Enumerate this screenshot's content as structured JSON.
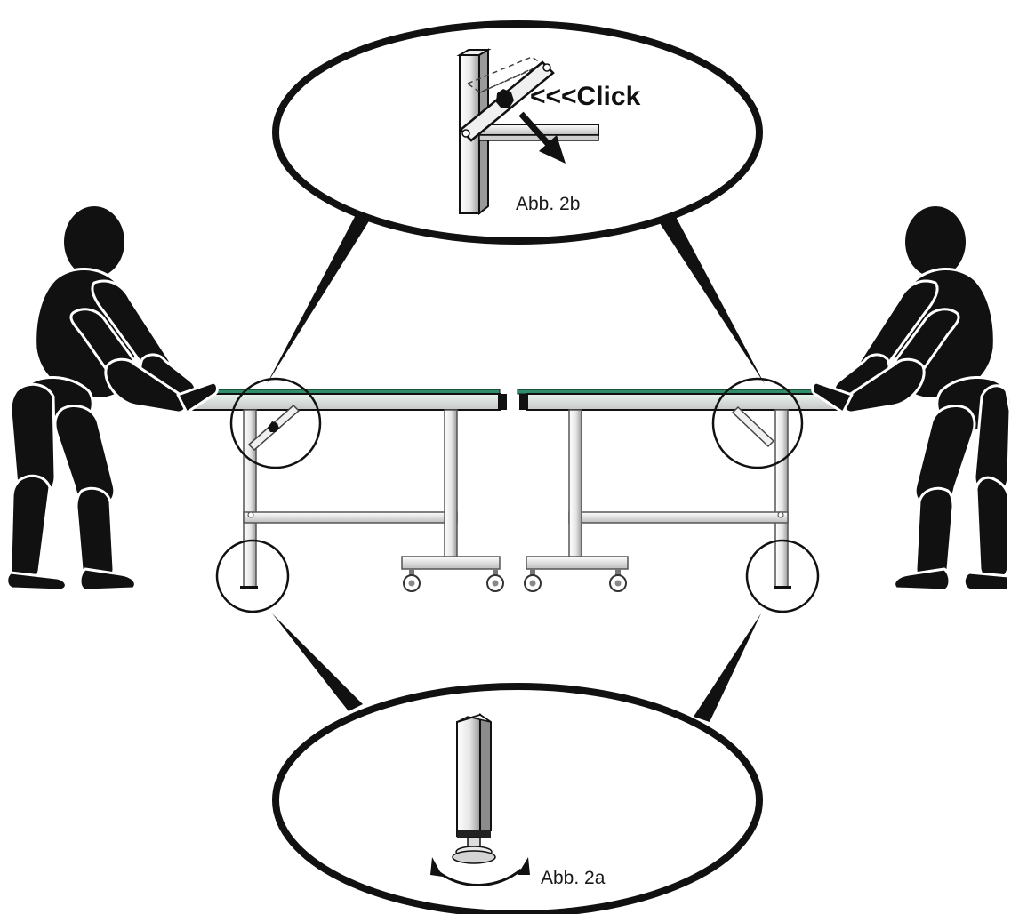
{
  "figure": {
    "labels": {
      "callout_top": "Abb. 2b",
      "callout_bottom": "Abb. 2a",
      "click": "<<<Click"
    },
    "colors": {
      "ink": "#111111",
      "table_top": "#2f8f6a",
      "metal_light": "#f2f2f2",
      "metal_mid": "#c9c9c9",
      "metal_dark": "#8c8c8c"
    }
  }
}
